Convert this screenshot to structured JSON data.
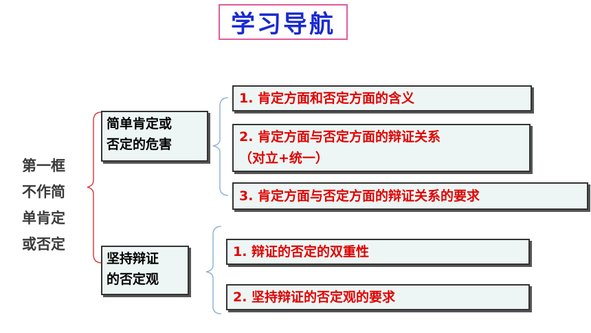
{
  "title": "学习导航",
  "root": {
    "lines": [
      "第一框",
      "不作简",
      "单肯定",
      "或否定"
    ]
  },
  "section1": {
    "lines": [
      "简单肯定或",
      "否定的危害"
    ],
    "items": [
      {
        "lines": [
          "1. 肯定方面和否定方面的含义"
        ]
      },
      {
        "lines": [
          "2. 肯定方面与否定方面的辩证关系",
          "（对立+统一）"
        ]
      },
      {
        "lines": [
          "3. 肯定方面与否定方面的辩证关系的要求"
        ]
      }
    ]
  },
  "section2": {
    "lines": [
      "坚持辩证",
      "的否定观"
    ],
    "items": [
      {
        "lines": [
          "1. 辩证的否定的双重性"
        ]
      },
      {
        "lines": [
          "2. 坚持辩证的否定观的要求"
        ]
      }
    ]
  },
  "colors": {
    "title_text": "#1a2bd0",
    "title_border": "#e05a9a",
    "box_fill": "#edf6f4",
    "item_text": "#e00000",
    "bracket_red": "#d84040",
    "bracket_blue": "#8fb3d6"
  }
}
